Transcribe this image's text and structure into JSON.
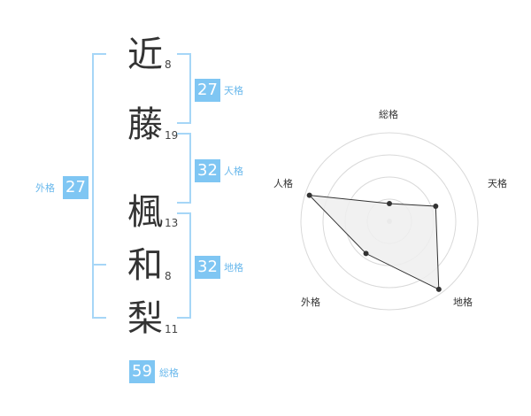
{
  "name": {
    "characters": [
      {
        "char": "近",
        "strokes": "8"
      },
      {
        "char": "藤",
        "strokes": "19"
      },
      {
        "char": "楓",
        "strokes": "13"
      },
      {
        "char": "和",
        "strokes": "8"
      },
      {
        "char": "梨",
        "strokes": "11"
      }
    ]
  },
  "fortunes": {
    "tenkaku": {
      "label": "天格",
      "value": "27"
    },
    "jinkaku": {
      "label": "人格",
      "value": "32"
    },
    "chikaku": {
      "label": "地格",
      "value": "32"
    },
    "gaikaku": {
      "label": "外格",
      "value": "27"
    },
    "soukaku": {
      "label": "総格",
      "value": "59"
    }
  },
  "chart_data": {
    "type": "radar",
    "axes": [
      "総格",
      "天格",
      "地格",
      "外格",
      "人格"
    ],
    "values": [
      0.2,
      0.55,
      0.95,
      0.45,
      0.95
    ],
    "grid": true,
    "grid_levels": 4,
    "colors": {
      "fill": "#eeeeee",
      "line": "#333333",
      "grid": "#d9d9d9",
      "point": "#333333"
    }
  },
  "colors": {
    "accent": "#7fc6f3",
    "bracket": "#a6d6f7",
    "text": "#333333"
  }
}
